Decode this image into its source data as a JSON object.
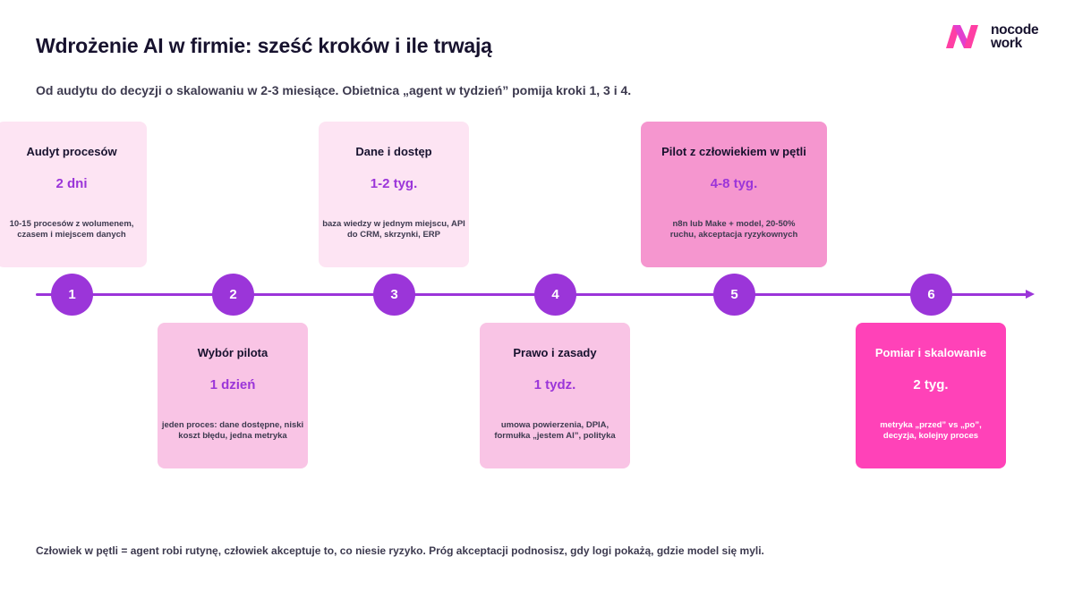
{
  "title": "Wdrożenie AI w firmie: sześć kroków i ile trwają",
  "subtitle": "Od audytu do decyzji o skalowaniu w 2-3 miesiące. Obietnica „agent w tydzień” pomija kroki 1, 3 i 4.",
  "logo": {
    "line1": "nocode",
    "line2": "work",
    "icon": "nocodework-logo-icon",
    "colors": [
      "#ff3fa4",
      "#d63fd2"
    ]
  },
  "colors": {
    "accent": "#9b35d9",
    "card_light": "#fde4f3",
    "card_mid": "#f9c4e5",
    "card_strong": "#f596cf",
    "card_hot": "#ff42b8"
  },
  "steps": [
    {
      "number": "1",
      "title": "Audyt procesów",
      "duration": "2 dni",
      "desc": "10-15 procesów z wolumenem, czasem i miejscem danych"
    },
    {
      "number": "2",
      "title": "Wybór pilota",
      "duration": "1 dzień",
      "desc": "jeden proces: dane dostępne, niski koszt błędu, jedna metryka"
    },
    {
      "number": "3",
      "title": "Dane i dostęp",
      "duration": "1-2 tyg.",
      "desc": "baza wiedzy w jednym miejscu, API do CRM, skrzynki, ERP"
    },
    {
      "number": "4",
      "title": "Prawo i zasady",
      "duration": "1 tydz.",
      "desc": "umowa powierzenia, DPIA, formułka „jestem AI”, polityka"
    },
    {
      "number": "5",
      "title": "Pilot z człowiekiem w pętli",
      "duration": "4-8 tyg.",
      "desc": "n8n lub Make + model, 20-50% ruchu, akceptacja ryzykownych"
    },
    {
      "number": "6",
      "title": "Pomiar i skalowanie",
      "duration": "2 tyg.",
      "desc": "metryka „przed” vs „po”, decyzja, kolejny proces"
    }
  ],
  "footnote": "Człowiek w pętli = agent robi rutynę, człowiek akceptuje to, co niesie ryzyko. Próg akceptacji podnosisz, gdy logi pokażą, gdzie model się myli."
}
